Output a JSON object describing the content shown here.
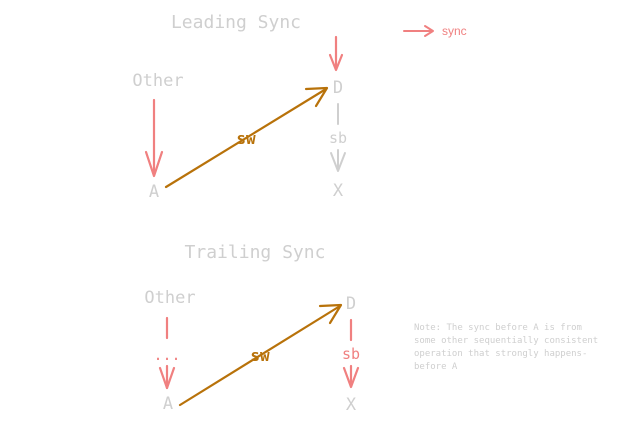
{
  "colors": {
    "sync": "#f08080",
    "sw": "#b8720a",
    "gray": "#cfcfcf"
  },
  "legend": {
    "label": "sync"
  },
  "leading": {
    "title": "Leading Sync",
    "other": "Other",
    "a": "A",
    "d": "D",
    "x": "X",
    "sw": "sw",
    "sb": "sb"
  },
  "trailing": {
    "title": "Trailing Sync",
    "other": "Other",
    "ellipsis": "...",
    "a": "A",
    "d": "D",
    "x": "X",
    "sw": "sw",
    "sb": "sb"
  },
  "note": {
    "lines": [
      "Note: The sync before A is from",
      "some other sequentially consistent",
      "operation that strongly happens-",
      "before A"
    ]
  }
}
